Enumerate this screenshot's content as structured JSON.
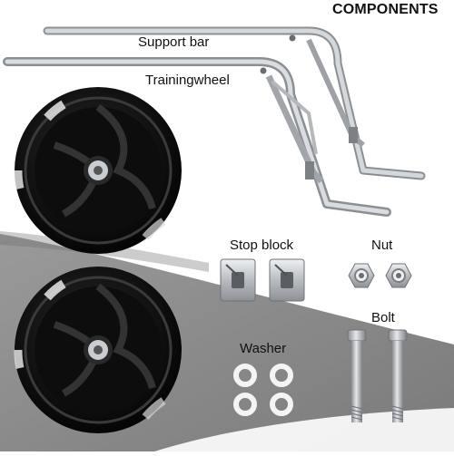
{
  "title": "COMPONENTS",
  "labels": {
    "support_bar": "Support bar",
    "training_wheel": "Trainingwheel",
    "stop_block": "Stop block",
    "nut": "Nut",
    "bolt": "Bolt",
    "washer": "Washer"
  },
  "colors": {
    "background": "#ffffff",
    "floor": "#8c8c8c",
    "metal": "#c4c8cc",
    "tire": "#111111"
  }
}
